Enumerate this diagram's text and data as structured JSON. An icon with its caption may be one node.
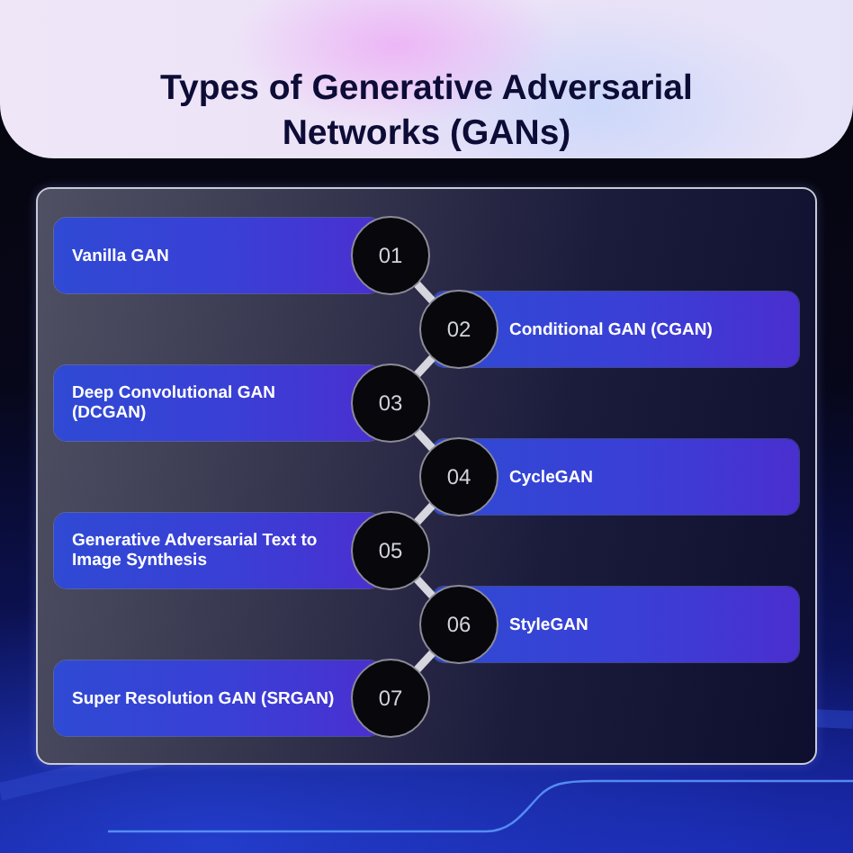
{
  "diagram": {
    "title": "Types of Generative Adversarial Networks (GANs)",
    "nodes": [
      {
        "text": [
          "Vanilla GAN"
        ]
      },
      {
        "text": [
          "01"
        ]
      },
      {
        "text": [
          "02"
        ]
      },
      {
        "text": [
          "Conditional GAN (CGAN)"
        ]
      },
      {
        "text": [
          "Deep Convolutional GAN (DCGAN)"
        ]
      },
      {
        "text": [
          "03"
        ]
      },
      {
        "text": [
          "04"
        ]
      },
      {
        "text": [
          "CycleGAN"
        ]
      },
      {
        "text": [
          "Generative Adversarial Text to Image Synthesis"
        ]
      },
      {
        "text": [
          "05"
        ]
      },
      {
        "text": [
          "06"
        ]
      },
      {
        "text": [
          "StyleGAN"
        ]
      },
      {
        "text": [
          "Super Resolution GAN (SRGAN)"
        ]
      },
      {
        "text": [
          "07"
        ]
      }
    ],
    "edges": [
      {
        "from": 1,
        "to": 2,
        "arrow": "none"
      },
      {
        "from": 2,
        "to": 5,
        "arrow": "none"
      },
      {
        "from": 5,
        "to": 6,
        "arrow": "none"
      },
      {
        "from": 6,
        "to": 9,
        "arrow": "none"
      },
      {
        "from": 9,
        "to": 10,
        "arrow": "none"
      },
      {
        "from": 10,
        "to": 13,
        "arrow": "none"
      }
    ]
  }
}
